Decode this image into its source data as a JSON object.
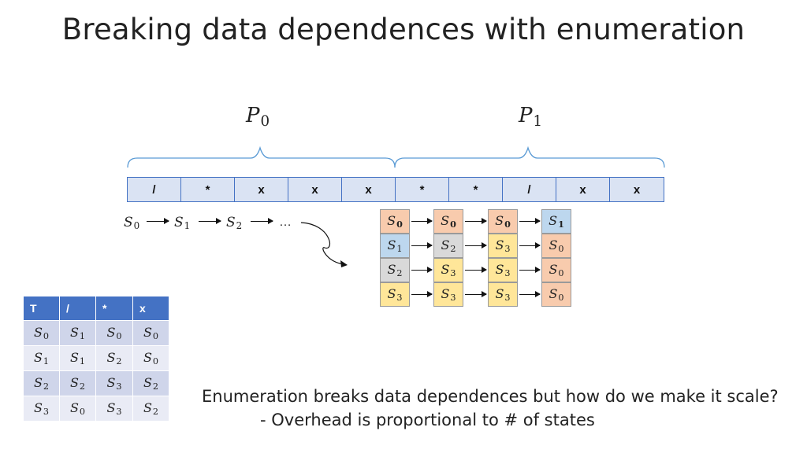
{
  "title": "Breaking data dependences with enumeration",
  "partitions": [
    {
      "var": "P",
      "sub": "0"
    },
    {
      "var": "P",
      "sub": "1"
    }
  ],
  "sequence": [
    "/",
    "*",
    "x",
    "x",
    "x",
    "*",
    "*",
    "/",
    "x",
    "x"
  ],
  "chain": [
    {
      "var": "S",
      "sub": "0"
    },
    {
      "var": "S",
      "sub": "1"
    },
    {
      "var": "S",
      "sub": "2"
    }
  ],
  "chain_ellipsis": "…",
  "enumeration_columns": [
    [
      {
        "var": "S",
        "sub": "0",
        "color": "orange",
        "bold": true
      },
      {
        "var": "S",
        "sub": "1",
        "color": "blue"
      },
      {
        "var": "S",
        "sub": "2",
        "color": "gray"
      },
      {
        "var": "S",
        "sub": "3",
        "color": "yellow"
      }
    ],
    [
      {
        "var": "S",
        "sub": "0",
        "color": "orange",
        "bold": true
      },
      {
        "var": "S",
        "sub": "2",
        "color": "gray"
      },
      {
        "var": "S",
        "sub": "3",
        "color": "yellow"
      },
      {
        "var": "S",
        "sub": "3",
        "color": "yellow"
      }
    ],
    [
      {
        "var": "S",
        "sub": "0",
        "color": "orange",
        "bold": true
      },
      {
        "var": "S",
        "sub": "3",
        "color": "yellow"
      },
      {
        "var": "S",
        "sub": "3",
        "color": "yellow"
      },
      {
        "var": "S",
        "sub": "3",
        "color": "yellow"
      }
    ],
    [
      {
        "var": "S",
        "sub": "1",
        "color": "blue",
        "bold": true
      },
      {
        "var": "S",
        "sub": "0",
        "color": "orange"
      },
      {
        "var": "S",
        "sub": "0",
        "color": "orange"
      },
      {
        "var": "S",
        "sub": "0",
        "color": "orange"
      }
    ]
  ],
  "colors": {
    "orange": "#f8cbad",
    "blue": "#bdd7ee",
    "gray": "#d9d9d9",
    "yellow": "#ffe699",
    "table_header": "#4472c4",
    "sequence_fill": "#dae3f3",
    "sequence_border": "#4472c4"
  },
  "transition_table": {
    "headers": [
      "T",
      "/",
      "*",
      "x"
    ],
    "rows": [
      [
        {
          "var": "S",
          "sub": "0"
        },
        {
          "var": "S",
          "sub": "1"
        },
        {
          "var": "S",
          "sub": "0"
        },
        {
          "var": "S",
          "sub": "0"
        }
      ],
      [
        {
          "var": "S",
          "sub": "1"
        },
        {
          "var": "S",
          "sub": "1"
        },
        {
          "var": "S",
          "sub": "2"
        },
        {
          "var": "S",
          "sub": "0"
        }
      ],
      [
        {
          "var": "S",
          "sub": "2"
        },
        {
          "var": "S",
          "sub": "2"
        },
        {
          "var": "S",
          "sub": "3"
        },
        {
          "var": "S",
          "sub": "2"
        }
      ],
      [
        {
          "var": "S",
          "sub": "3"
        },
        {
          "var": "S",
          "sub": "0"
        },
        {
          "var": "S",
          "sub": "3"
        },
        {
          "var": "S",
          "sub": "2"
        }
      ]
    ]
  },
  "body": {
    "line1": "Enumeration breaks data dependences but how do we make it scale?",
    "line2": "- Overhead is proportional to # of states"
  }
}
